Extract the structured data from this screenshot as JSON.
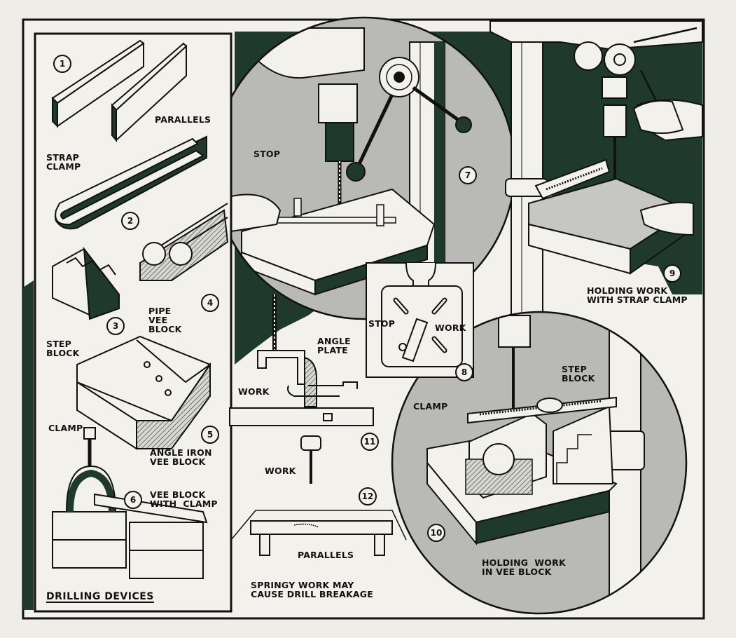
{
  "figure": {
    "title": "DRILLING DEVICES",
    "colors": {
      "paper": "#f2f1ec",
      "ink": "#111111",
      "dark_green": "#1f3a2c",
      "vignette_gray": "#b9bab5"
    }
  },
  "panels": [
    {
      "id": "1",
      "number": "1",
      "labels": [
        "PARALLELS"
      ]
    },
    {
      "id": "2",
      "number": "2",
      "labels": [
        "STRAP\nCLAMP"
      ]
    },
    {
      "id": "3",
      "number": "3",
      "labels": [
        "STEP\nBLOCK"
      ]
    },
    {
      "id": "4",
      "number": "4",
      "labels": [
        "PIPE\nVEE\nBLOCK"
      ]
    },
    {
      "id": "5",
      "number": "5",
      "labels": [
        "ANGLE IRON\nVEE BLOCK"
      ]
    },
    {
      "id": "6",
      "number": "6",
      "labels": [
        "CLAMP",
        "VEE BLOCK\nWITH  CLAMP"
      ]
    },
    {
      "id": "7",
      "number": "7",
      "labels": [
        "STOP"
      ]
    },
    {
      "id": "8",
      "number": "8",
      "labels": [
        "STOP",
        "WORK"
      ]
    },
    {
      "id": "9",
      "number": "9",
      "labels": [
        "HOLDING WORK\nWITH STRAP CLAMP"
      ]
    },
    {
      "id": "10",
      "number": "10",
      "labels": [
        "CLAMP",
        "STEP\nBLOCK",
        "HOLDING  WORK\nIN VEE BLOCK"
      ]
    },
    {
      "id": "11",
      "number": "11",
      "labels": [
        "ANGLE\nPLATE",
        "WORK"
      ]
    },
    {
      "id": "12",
      "number": "12",
      "labels": [
        "WORK",
        "PARALLELS",
        "SPRINGY WORK MAY\nCAUSE DRILL BREAKAGE"
      ]
    }
  ]
}
